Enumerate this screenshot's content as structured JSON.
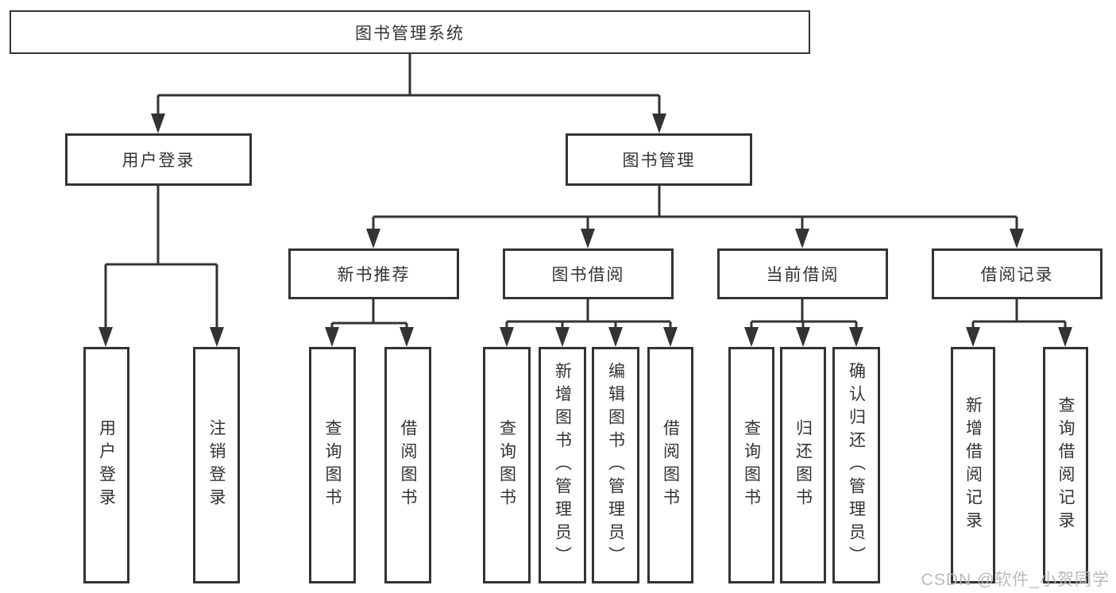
{
  "tree": {
    "root": {
      "label": "图书管理系统"
    },
    "children": [
      {
        "label": "用户登录",
        "leaves": [
          {
            "label": "用户登录"
          },
          {
            "label": "注销登录"
          }
        ]
      },
      {
        "label": "图书管理",
        "children": [
          {
            "label": "新书推荐",
            "leaves": [
              {
                "label": "查询图书"
              },
              {
                "label": "借阅图书"
              }
            ]
          },
          {
            "label": "图书借阅",
            "leaves": [
              {
                "label": "查询图书"
              },
              {
                "label": "新增图书（管理员）"
              },
              {
                "label": "编辑图书（管理员）"
              },
              {
                "label": "借阅图书"
              }
            ]
          },
          {
            "label": "当前借阅",
            "leaves": [
              {
                "label": "查询图书"
              },
              {
                "label": "归还图书"
              },
              {
                "label": "确认归还（管理员）"
              }
            ]
          },
          {
            "label": "借阅记录",
            "leaves": [
              {
                "label": "新增借阅记录"
              },
              {
                "label": "查询借阅记录"
              }
            ]
          }
        ]
      }
    ]
  },
  "watermark": {
    "text": "CSDN @软件_小贺同学"
  },
  "colors": {
    "line": "#333333",
    "text": "#333333",
    "box_fill": "#ffffff",
    "watermark": "#b6b6b6",
    "background": "#ffffff"
  }
}
